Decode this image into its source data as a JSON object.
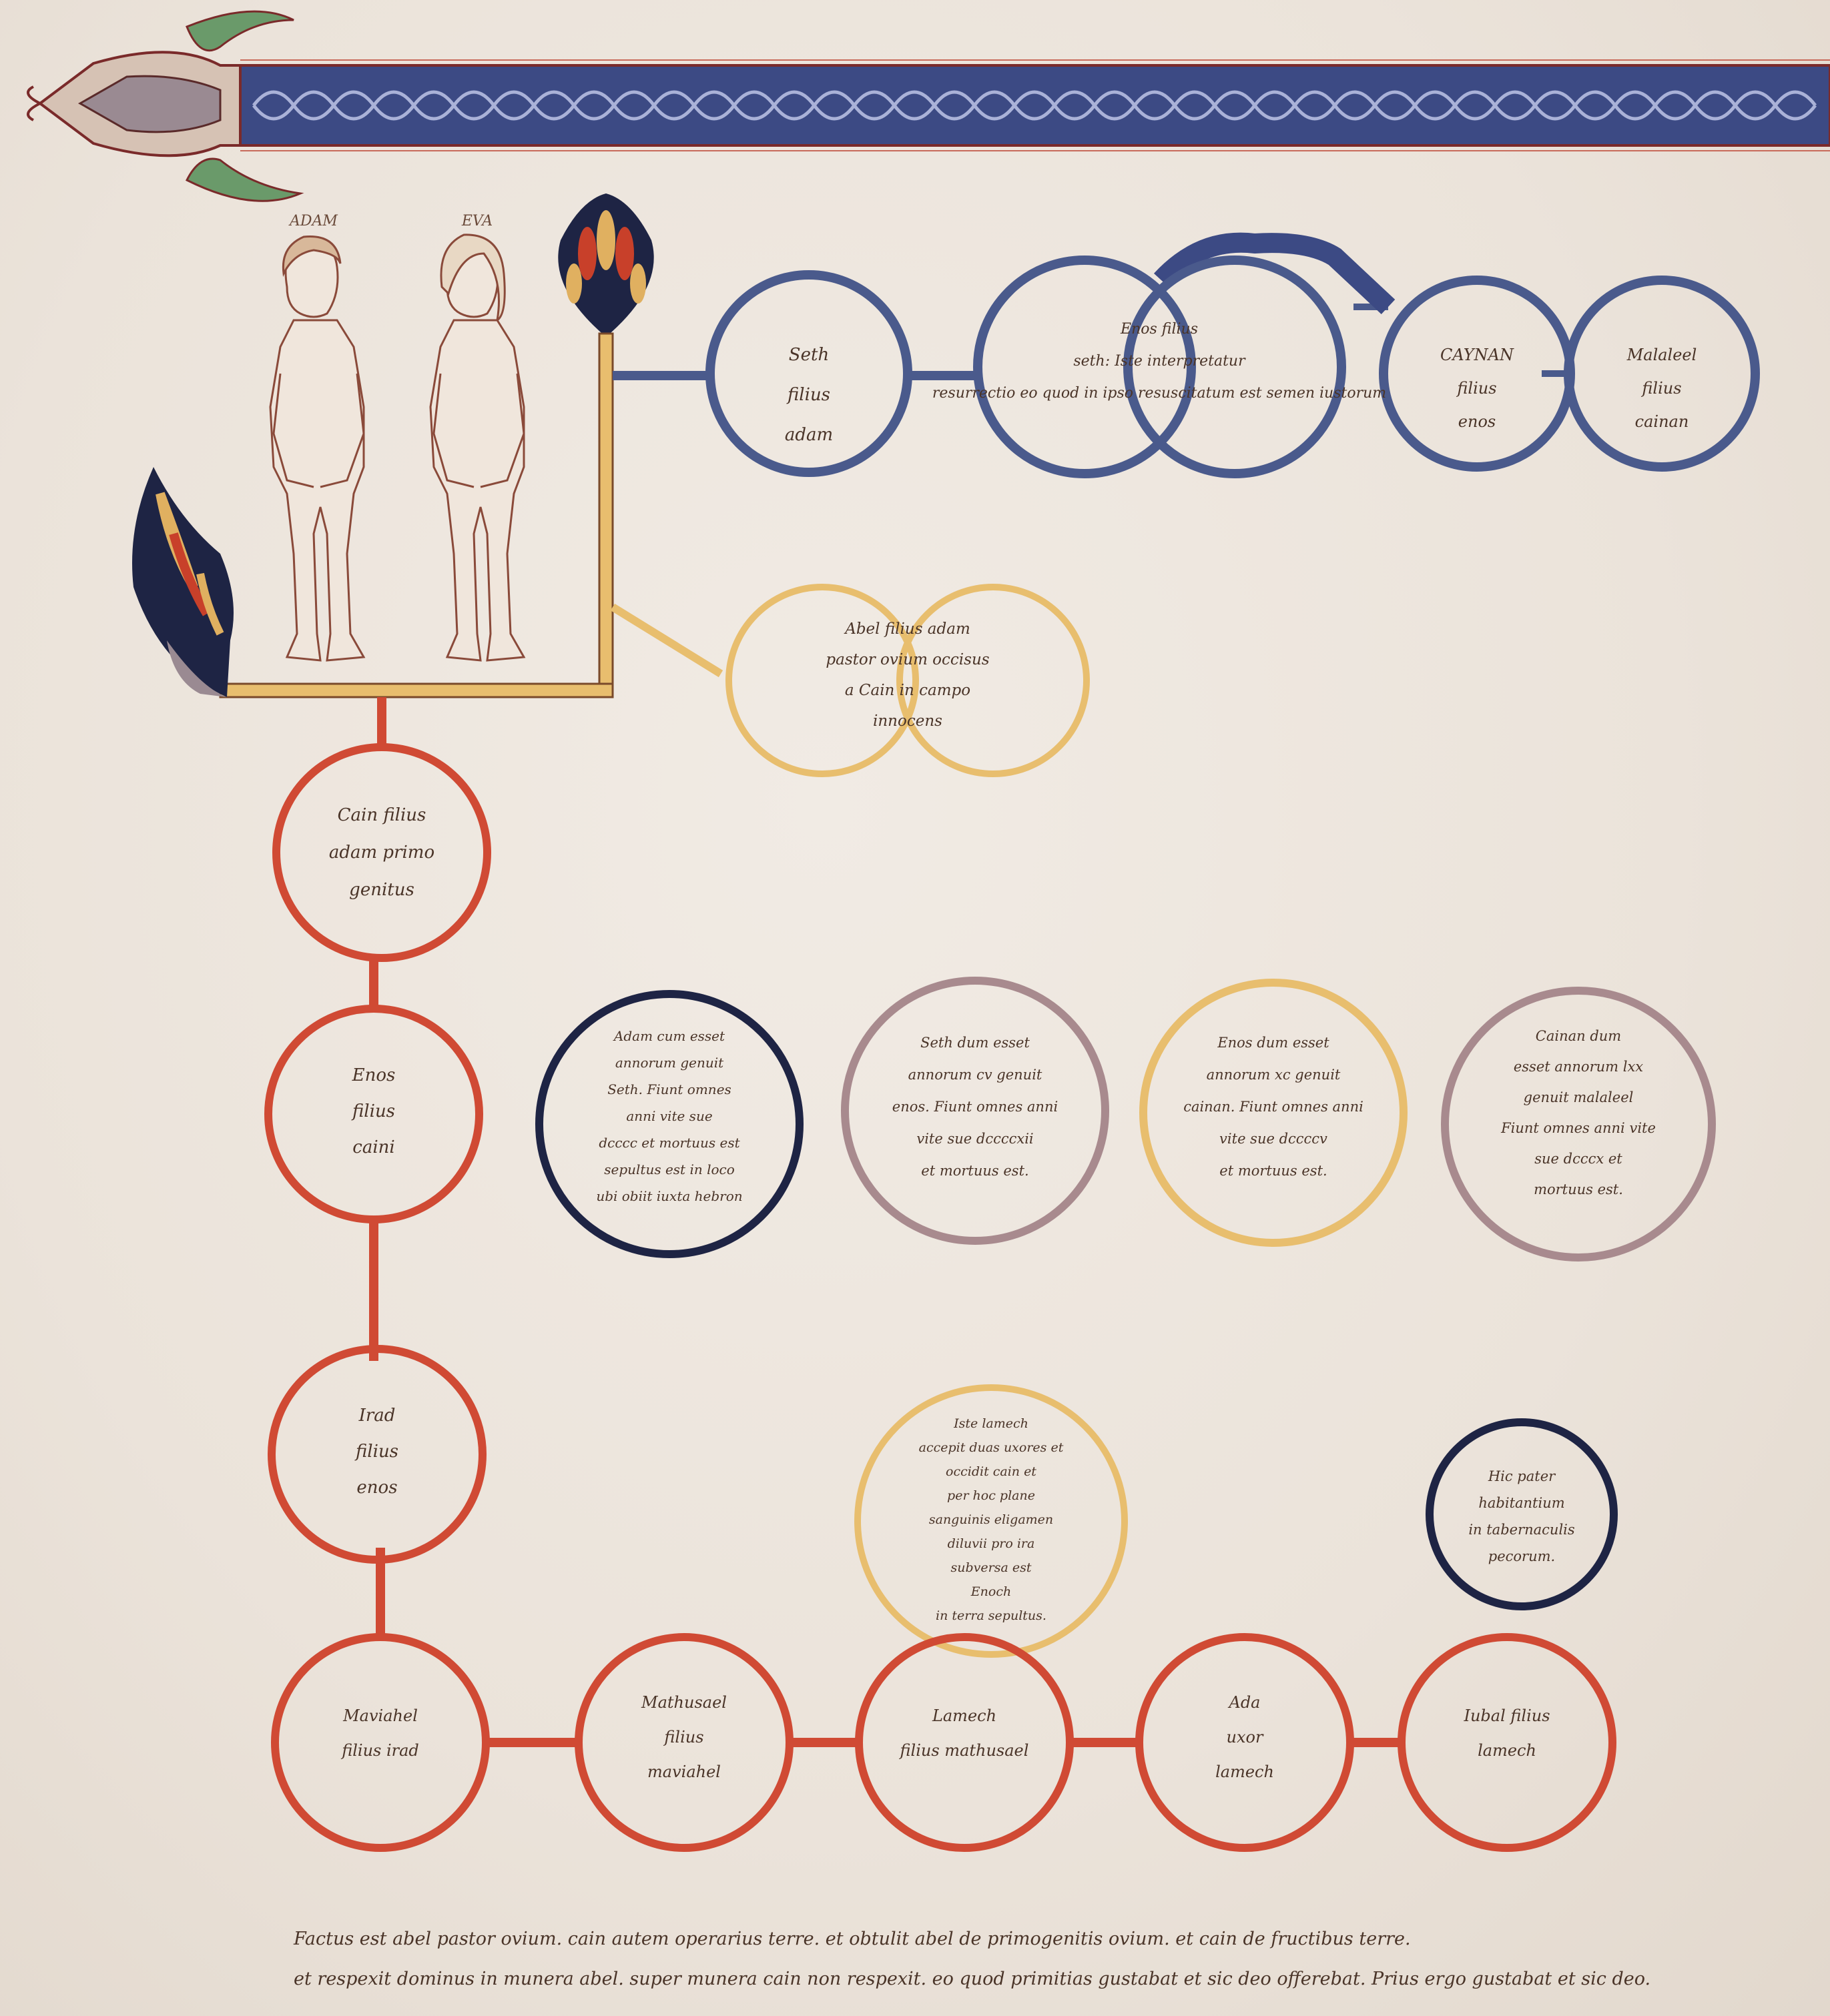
{
  "figures": {
    "adam_label": "ADAM",
    "eva_label": "EVA"
  },
  "circles": {
    "seth": [
      "Seth",
      "filius",
      "adam"
    ],
    "enos_seth": [
      "Enos filius",
      "seth: Iste interpretatur",
      "resurrectio eo quod in ipso resuscitatum est semen iustorum"
    ],
    "caynan": [
      "CAYNAN",
      "filius",
      "enos"
    ],
    "malaleel": [
      "Malaleel",
      "filius",
      "cainan"
    ],
    "abel": [
      "Abel filius adam",
      "pastor ovium occisus",
      "a Cain in campo",
      "innocens"
    ],
    "cain": [
      "Cain filius",
      "adam primo",
      "genitus"
    ],
    "enos_cain": [
      "Enos",
      "filius",
      "caini"
    ],
    "irad": [
      "Irad",
      "filius",
      "enos"
    ],
    "adam_years": [
      "Adam cum esset",
      "annorum genuit",
      "Seth. Fiunt omnes",
      "anni vite sue",
      "dcccc et mortuus est",
      "sepultus est in loco",
      "ubi obiit iuxta hebron"
    ],
    "seth_years": [
      "Seth dum esset",
      "annorum cv genuit",
      "enos. Fiunt omnes anni",
      "vite sue dccccxii",
      "et mortuus est."
    ],
    "enos_years": [
      "Enos dum esset",
      "annorum xc genuit",
      "cainan. Fiunt omnes anni",
      "vite sue dccccv",
      "et mortuus est."
    ],
    "cainan_years": [
      "Cainan dum",
      "esset annorum lxx",
      "genuit malaleel",
      "Fiunt omnes anni vite",
      "sue dcccx et",
      "mortuus est."
    ],
    "lamech_note": [
      "Iste lamech",
      "accepit duas uxores et",
      "occidit cain et",
      "per hoc plane",
      "sanguinis eligamen",
      "diluvii pro ira",
      "subversa est",
      "Enoch",
      "in terra sepultus."
    ],
    "jubal_note": [
      "Hic pater",
      "habitantium",
      "in tabernaculis",
      "pecorum."
    ],
    "maviahel": [
      "Maviahel",
      "filius irad"
    ],
    "mathusael": [
      "Mathusael",
      "filius",
      "maviahel"
    ],
    "lamech": [
      "Lamech",
      "filius mathusael"
    ],
    "ada": [
      "Ada",
      "uxor",
      "lamech"
    ],
    "jubal": [
      "Iubal filius",
      "lamech"
    ]
  },
  "bottom_text": [
    "Factus est abel pastor ovium. cain autem operarius terre. et obtulit abel de primogenitis ovium. et cain de fructibus terre.",
    "et respexit dominus in munera abel. super munera cain non respexit. eo quod primitias gustabat et sic deo offerebat. Prius ergo gustabat et sic deo."
  ],
  "colors": {
    "parchment": "#ece4dc",
    "blue_line": "#4a5a8c",
    "red_line": "#d04a34",
    "yellow_line": "#e8be6e",
    "mauve_line": "#a88a8e",
    "navy_line": "#1e2444",
    "ink": "#4a3428"
  }
}
